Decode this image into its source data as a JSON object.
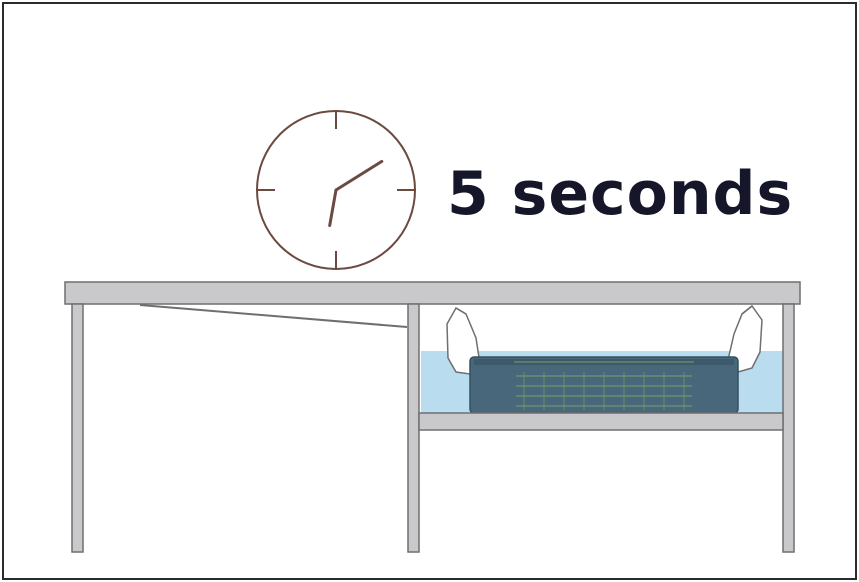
{
  "caption": "5 seconds",
  "clock": {
    "icon": "clock-icon",
    "hour_hand_angle_deg": 190,
    "minute_hand_angle_deg": 58
  },
  "colors": {
    "caption": "#16162a",
    "clock_stroke": "#6b4a40",
    "table_metal": "#c9c9cb",
    "table_outline": "#6f6f72",
    "water": "#b9dcee",
    "crate": "#48677b",
    "gloves": "#ffffff"
  }
}
